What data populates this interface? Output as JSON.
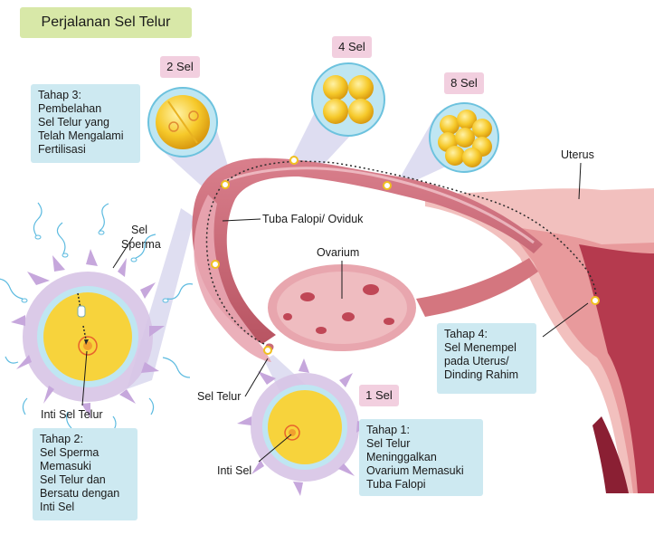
{
  "title": "Perjalanan Sel Telur",
  "stage1": {
    "lines": [
      "Tahap 1:",
      "Sel Telur",
      "Meninggalkan",
      "Ovarium Memasuki",
      "Tuba Falopi"
    ]
  },
  "stage2": {
    "lines": [
      "Tahap 2:",
      "Sel Sperma",
      "Memasuki",
      "Sel Telur dan",
      "Bersatu dengan",
      "Inti Sel"
    ]
  },
  "stage3": {
    "lines": [
      "Tahap 3:",
      "Pembelahan",
      "Sel Telur yang",
      "Telah Mengalami",
      "Fertilisasi"
    ]
  },
  "stage4": {
    "lines": [
      "Tahap 4:",
      "Sel Menempel",
      "pada Uterus/",
      "Dinding Rahim"
    ]
  },
  "counts": {
    "one": "1 Sel",
    "two": "2 Sel",
    "four": "4 Sel",
    "eight": "8 Sel"
  },
  "labels": {
    "uterus": "Uterus",
    "tube": "Tuba Falopi/ Oviduk",
    "ovary": "Ovarium",
    "sperm": [
      "Sel",
      "Sperma"
    ],
    "nucleus_left": "Inti Sel Telur",
    "egg": "Sel Telur",
    "nucleus_bottom": "Inti Sel"
  },
  "colors": {
    "stage_box": "#cde9f1",
    "count_tag": "#f2cfdf",
    "title_bg": "#d8e8a8",
    "yolk": "#f7d33c",
    "tissue": "#e8a6ae"
  }
}
